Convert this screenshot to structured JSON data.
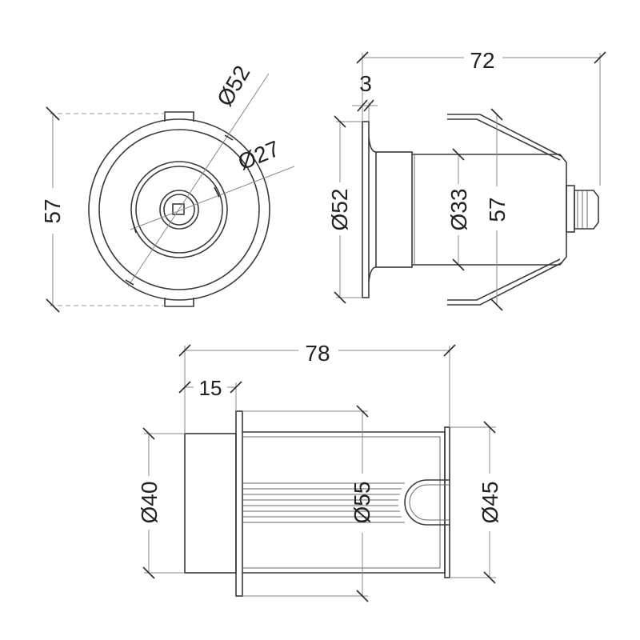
{
  "front_view": {
    "height": "57",
    "outer_diameter": "Ø52",
    "inner_diameter": "Ø27"
  },
  "side_view": {
    "length": "72",
    "flange": "3",
    "flange_diameter": "Ø52",
    "body_diameter": "Ø33",
    "clip_span": "57"
  },
  "sleeve_view": {
    "length": "78",
    "collar": "15",
    "front_diameter": "Ø40",
    "flange_diameter": "Ø55",
    "tail_diameter": "Ø45"
  }
}
